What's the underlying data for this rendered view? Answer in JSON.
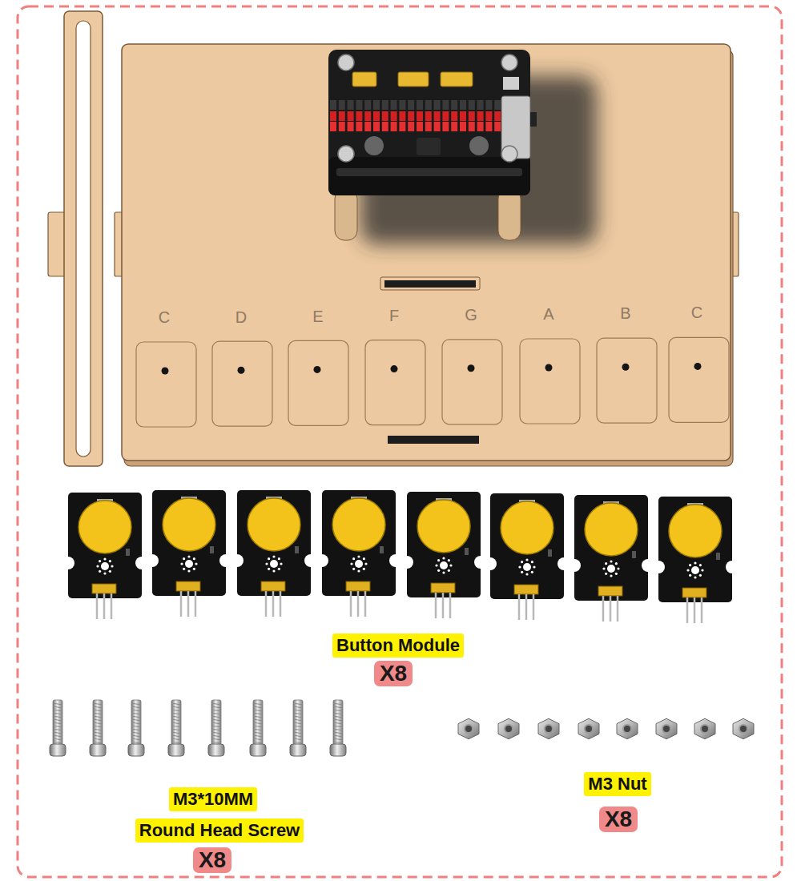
{
  "diagram": {
    "nodes": [
      {
        "text": [
          "Button Module"
        ]
      },
      {
        "text": [
          "X8"
        ]
      },
      {
        "text": [
          "M3*10MM"
        ]
      },
      {
        "text": [
          "Round Head Screw"
        ]
      },
      {
        "text": [
          "X8"
        ]
      },
      {
        "text": [
          "M3 Nut"
        ]
      },
      {
        "text": [
          "X8"
        ]
      }
    ],
    "labels": [
      "C",
      "D",
      "E",
      "F",
      "G",
      "A",
      "B",
      "C"
    ]
  }
}
